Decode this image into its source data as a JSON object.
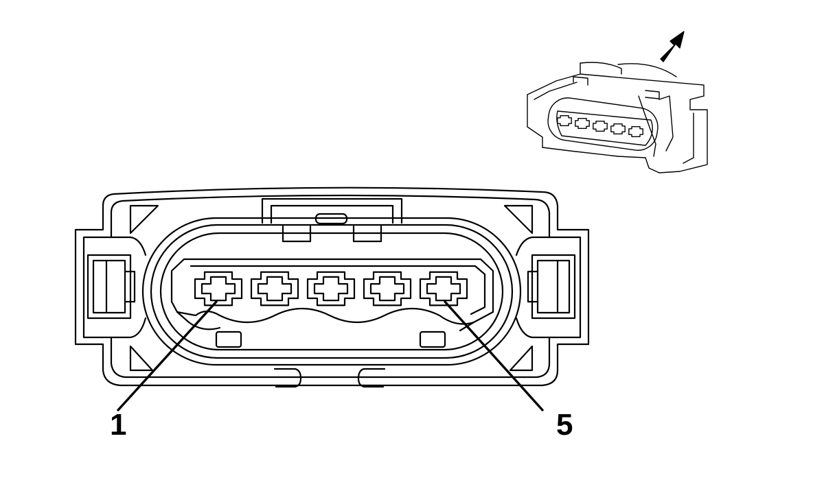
{
  "diagram": {
    "pin_labels": [
      {
        "id": "first",
        "text": "1"
      },
      {
        "id": "last",
        "text": "5"
      }
    ],
    "pin_count": 5,
    "colors": {
      "line": "#000000",
      "background": "#ffffff"
    }
  }
}
